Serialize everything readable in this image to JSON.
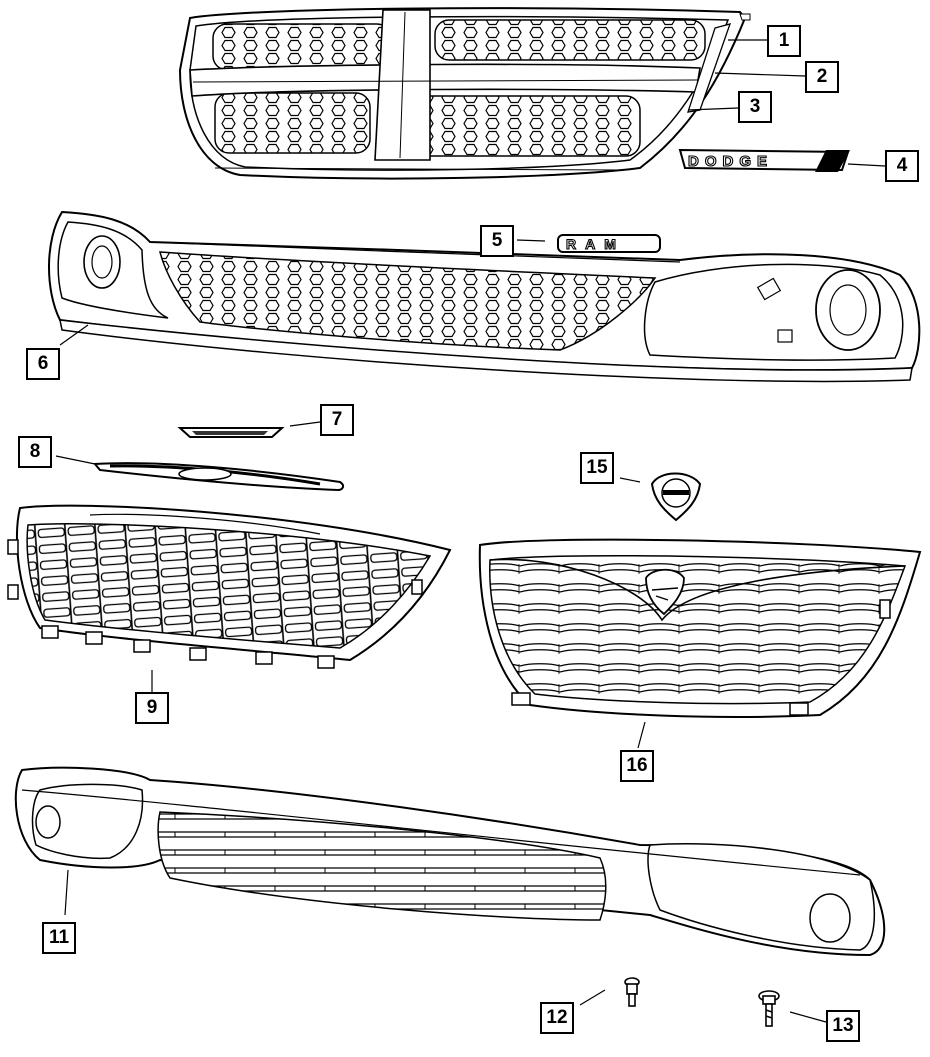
{
  "diagram": {
    "callouts": [
      "1",
      "2",
      "3",
      "4",
      "5",
      "6",
      "7",
      "8",
      "9",
      "11",
      "12",
      "13",
      "15",
      "16"
    ]
  },
  "emblems": {
    "dodge_nameplate": "DODGE",
    "ram_nameplate": "RAM"
  },
  "colors": {
    "line": "#000000",
    "background": "#ffffff",
    "fill": "#ffffff"
  }
}
